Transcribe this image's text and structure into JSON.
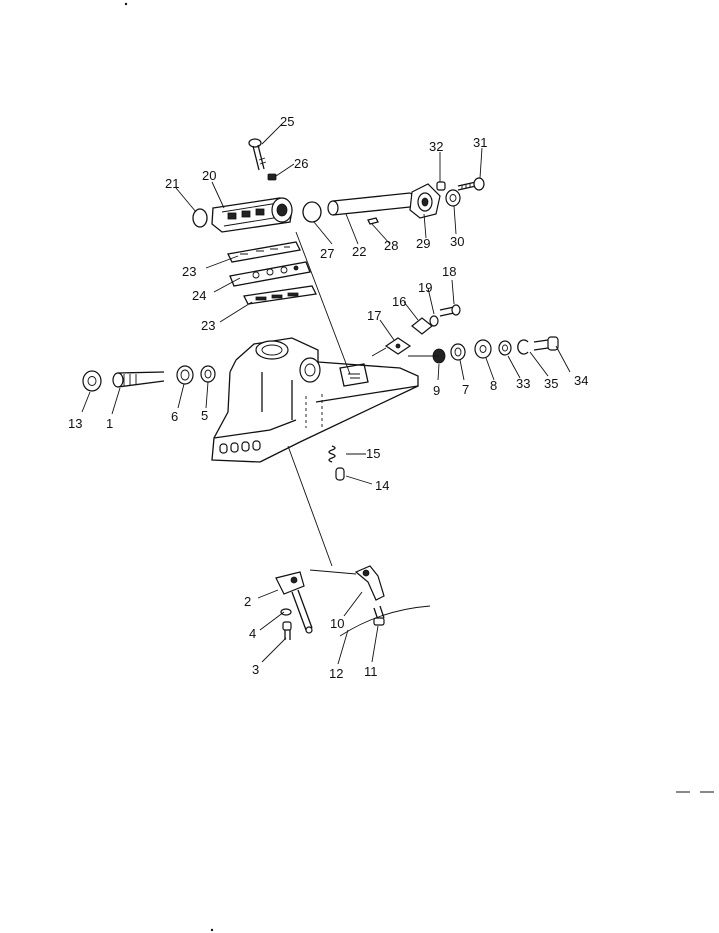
{
  "diagram": {
    "callouts": [
      "1",
      "2",
      "3",
      "4",
      "5",
      "6",
      "7",
      "8",
      "9",
      "10",
      "11",
      "12",
      "13",
      "14",
      "15",
      "16",
      "17",
      "18",
      "19",
      "20",
      "21",
      "22",
      "23",
      "23",
      "24",
      "25",
      "26",
      "27",
      "28",
      "29",
      "30",
      "31",
      "32",
      "33",
      "34",
      "35"
    ]
  },
  "colors": {
    "ink": "#111111",
    "paper": "#ffffff"
  }
}
